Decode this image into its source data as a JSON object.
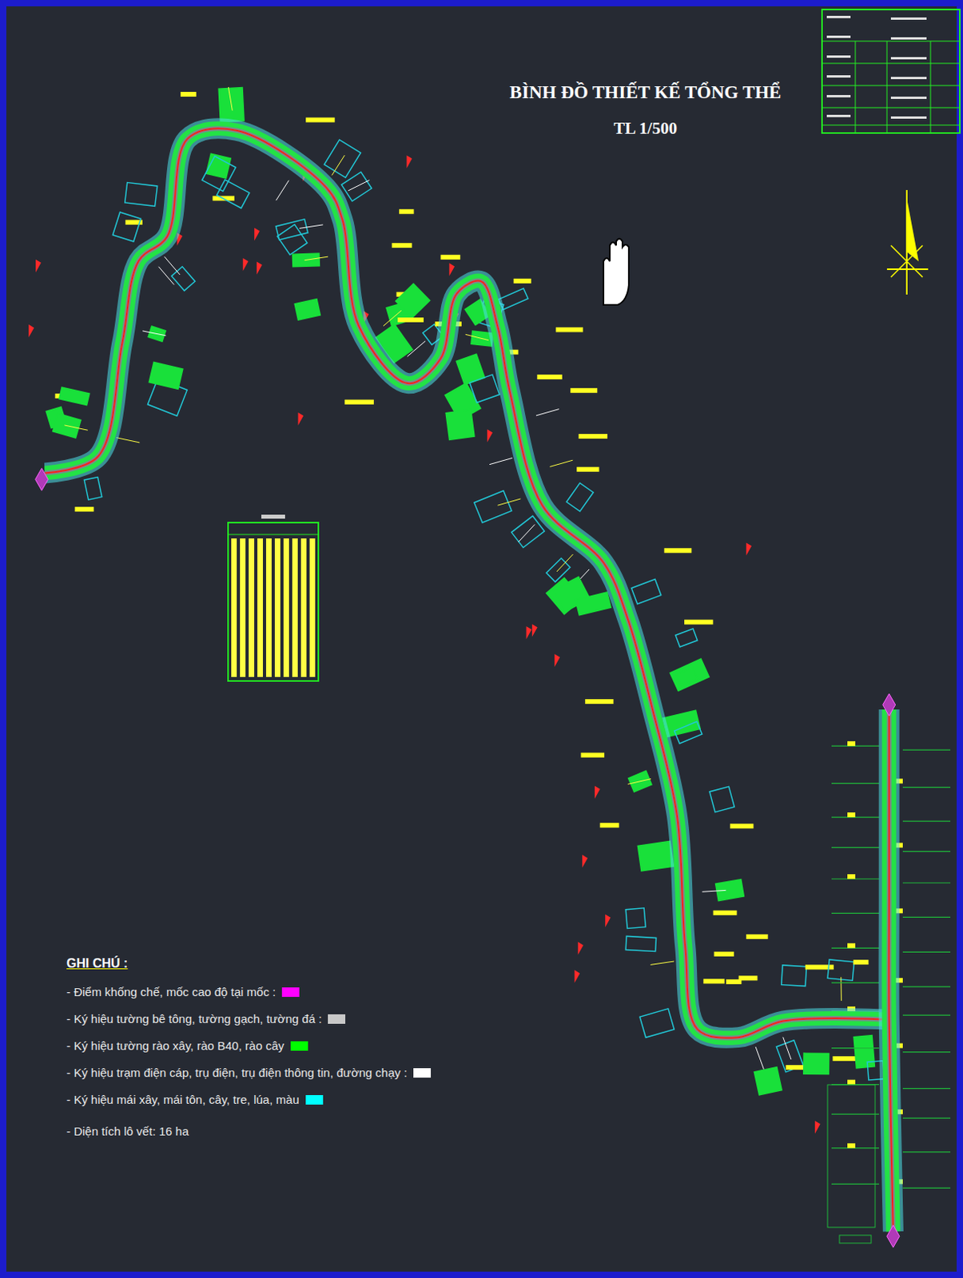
{
  "diagram": {
    "title": "BÌNH ĐỒ THIẾT KẾ TỔNG THỂ",
    "labels": [
      "TL 1/500",
      "GHI CHÚ :",
      "- Diện tích lô vết: 16 ha"
    ],
    "legend": [
      {
        "text": "- Điểm khống chế, mốc cao độ tại mốc :",
        "color": "#ff00ff"
      },
      {
        "text": "- Ký hiệu tường bê tông, tường gạch, tường đá :",
        "color": "#c8c8c8"
      },
      {
        "text": "- Ký hiệu tường rào xây, rào B40, rào cây",
        "color": "#00ff00"
      },
      {
        "text": "- Ký hiệu trạm điện cáp, trụ điện, trụ điện thông tin, đường chạy :",
        "color": "#ffffff"
      },
      {
        "text": "- Ký hiệu mái xây, mái tôn, cây, tre, lúa, màu",
        "color": "#00ffff"
      }
    ]
  }
}
